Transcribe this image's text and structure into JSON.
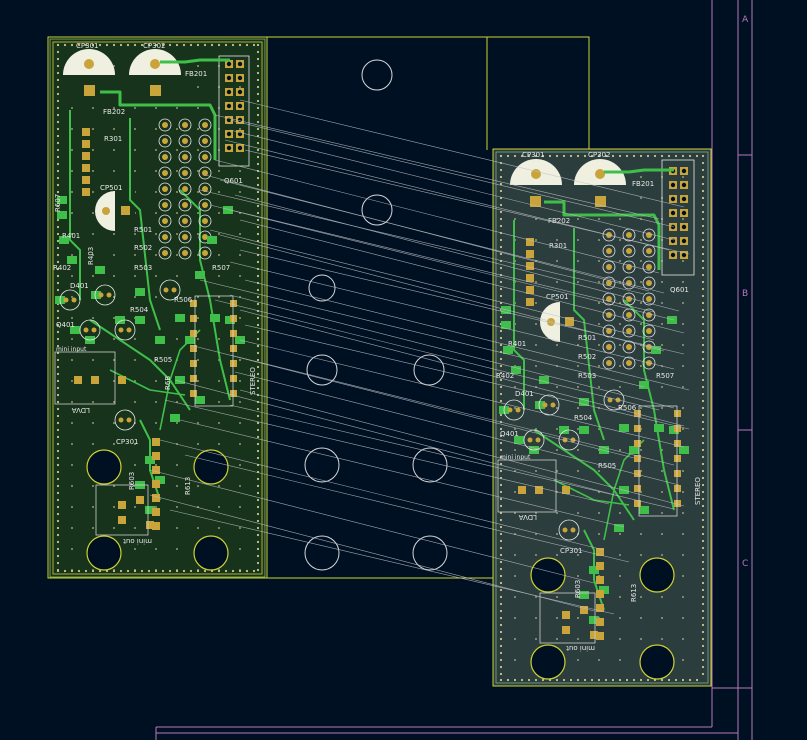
{
  "colors": {
    "background": "#001023",
    "frame": "#c2c2c2",
    "edge_cuts": "#d0d232",
    "sheet_border": "#b878b8",
    "copper_pour": "#18331c",
    "pour_dots": "#c8c890",
    "tracks": "#3fbf4a",
    "pads": "#c9a43a",
    "silkscreen": "#e8e8e8",
    "courtyard": "#7a7a7a",
    "ratsnest": "#bfc3c8",
    "vias": "#d9d2a0"
  },
  "sheet": {
    "row_labels": [
      "A",
      "B",
      "C"
    ]
  },
  "left_board": {
    "labels": {
      "cp301": "CP301",
      "cp302": "CP302",
      "fb201": "FB201",
      "fb202": "FB202",
      "cp501": "CP501",
      "r301": "R301",
      "r401": "R401",
      "r402": "R402",
      "r403": "R403",
      "d401": "D401",
      "q401": "Q401",
      "q601": "Q601",
      "r607": "R607",
      "r501": "R501",
      "r502": "R502",
      "r503": "R503",
      "r504": "R504",
      "r505": "R505",
      "r506": "R506",
      "r507": "R507",
      "r613": "R613",
      "r6b": "R6B",
      "mini_input": "mini input",
      "ldva": "LDVA",
      "dual_out": "mini out",
      "stereo": "STEREO",
      "r603": "R603"
    }
  },
  "right_board": {
    "labels": {
      "cp301": "CP301",
      "cp302": "CP302",
      "fb201": "FB201",
      "fb202": "FB202",
      "cp501": "CP501",
      "r301": "R301",
      "r401": "R401",
      "r402": "R402",
      "d401": "D401",
      "q401": "Q401",
      "q601": "Q601",
      "r501": "R501",
      "r502": "R502",
      "r503": "R503",
      "r504": "R504",
      "r505": "R505",
      "r506": "R506",
      "r507": "R507",
      "r613": "R613",
      "cp301b": "CP301",
      "mini_input": "mini input",
      "ldva": "LDVA",
      "dual_out": "mini out",
      "stereo": "STEREO",
      "r603": "R603"
    }
  }
}
